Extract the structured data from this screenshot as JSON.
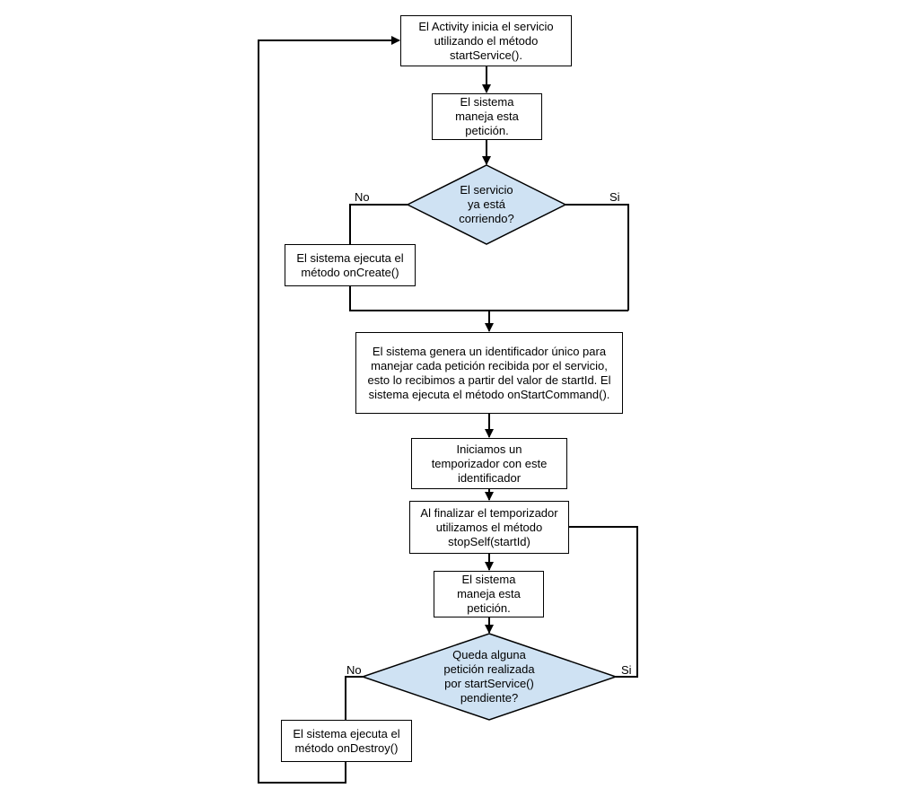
{
  "colors": {
    "decision_fill": "#cfe2f3",
    "stroke": "#000000",
    "box_fill": "#ffffff"
  },
  "nodes": {
    "activity_start": "El Activity inicia el servicio\nutilizando el método\nstartService().",
    "system_handles_1": "El sistema\nmaneja esta\npetición.",
    "decision_running": "El servicio\nya está\ncorriendo?",
    "on_create": "El sistema ejecuta el\nmétodo onCreate()",
    "generate_id": "El sistema genera un identificador único para\nmanejar cada petición recibida por el servicio,\nesto lo recibimos a partir del valor de startId. El\nsistema ejecuta el método onStartCommand().",
    "start_timer": "Iniciamos un\ntemporizador con este\nidentificador",
    "stop_self": "Al finalizar el temporizador\nutilizamos el método\nstopSelf(startId)",
    "system_handles_2": "El sistema\nmaneja esta\npetición.",
    "decision_pending": "Queda alguna\npetición realizada\npor startService()\npendiente?",
    "on_destroy": "El sistema ejecuta el\nmétodo onDestroy()"
  },
  "edge_labels": {
    "running_no": "No",
    "running_yes": "Si",
    "pending_no": "No",
    "pending_yes": "Si"
  }
}
